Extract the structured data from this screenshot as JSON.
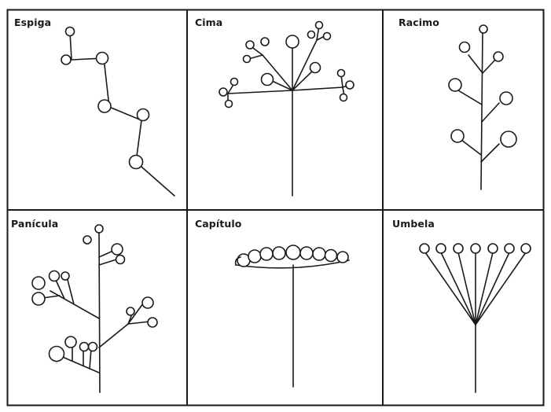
{
  "panels": {
    "espiga": {
      "label": "Espiga"
    },
    "cima": {
      "label": "Cima"
    },
    "racimo": {
      "label": "Racimo"
    },
    "panicula": {
      "label": "Panícula"
    },
    "capitulo": {
      "label": "Capítulo"
    },
    "umbela": {
      "label": "Umbela"
    }
  },
  "colors": {
    "ink": "#1a1a1a",
    "background": "#ffffff",
    "grid": "#1a1a1a"
  }
}
